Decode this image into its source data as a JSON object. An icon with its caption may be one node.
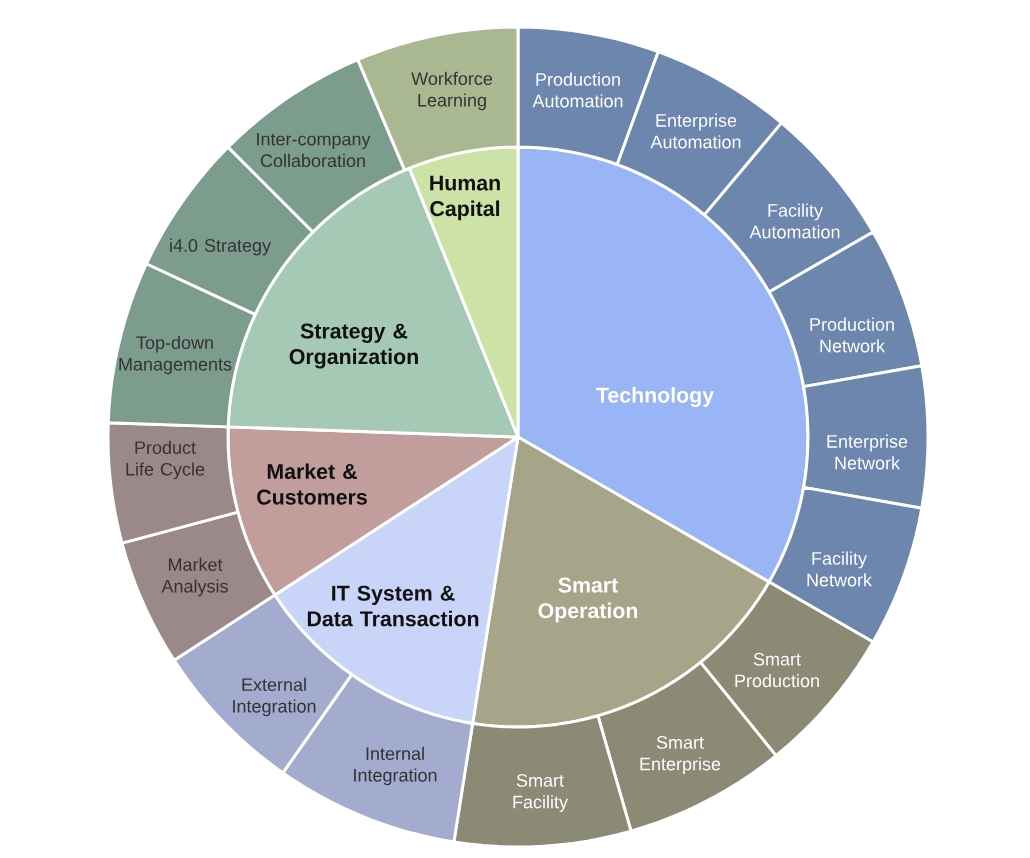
{
  "diagram": {
    "nodes": [
      {
        "text": [
          "Technology"
        ]
      },
      {
        "text": [
          "Smart Operation"
        ]
      },
      {
        "text": [
          "IT System & Data Transaction"
        ]
      },
      {
        "text": [
          "Market & Customers"
        ]
      },
      {
        "text": [
          "Strategy & Organization"
        ]
      },
      {
        "text": [
          "Human Capital"
        ]
      },
      {
        "text": [
          "Production Automation"
        ]
      },
      {
        "text": [
          "Enterprise Automation"
        ]
      },
      {
        "text": [
          "Facility Automation"
        ]
      },
      {
        "text": [
          "Production Network"
        ]
      },
      {
        "text": [
          "Enterprise Network"
        ]
      },
      {
        "text": [
          "Facility Network"
        ]
      },
      {
        "text": [
          "Smart Production"
        ]
      },
      {
        "text": [
          "Smart Enterprise"
        ]
      },
      {
        "text": [
          "Smart Facility"
        ]
      },
      {
        "text": [
          "Internal Integration"
        ]
      },
      {
        "text": [
          "External Integration"
        ]
      },
      {
        "text": [
          "Market Analysis"
        ]
      },
      {
        "text": [
          "Product Life Cycle"
        ]
      },
      {
        "text": [
          "Top-down Managements"
        ]
      },
      {
        "text": [
          "i4.0 Strategy"
        ]
      },
      {
        "text": [
          "Inter-company Collaboration"
        ]
      },
      {
        "text": [
          "Workforce Learning"
        ]
      }
    ]
  }
}
